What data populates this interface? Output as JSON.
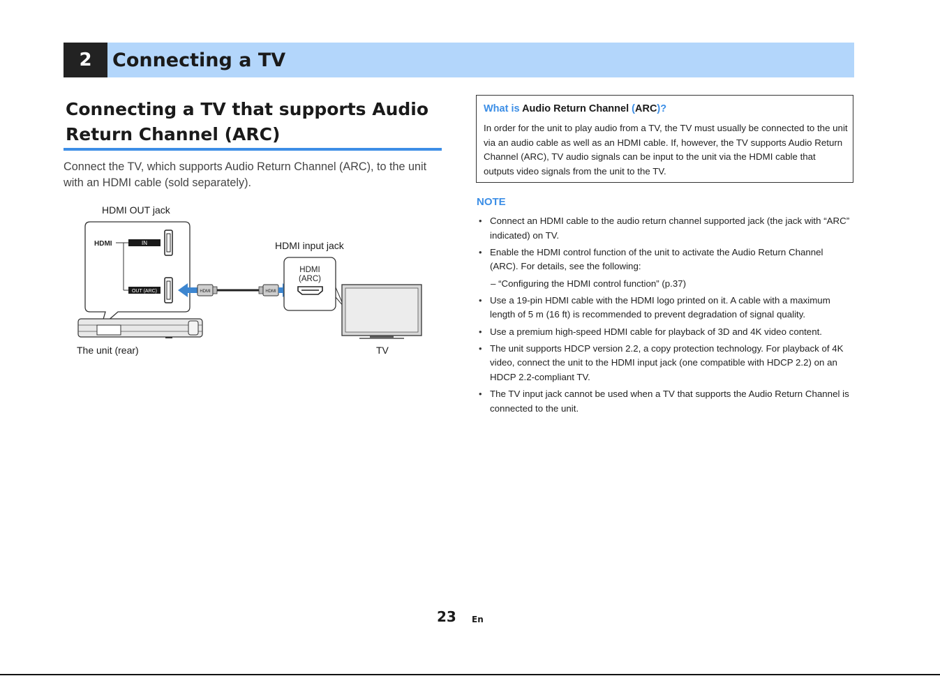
{
  "chapter": {
    "number": "2",
    "title": "Connecting a TV"
  },
  "section": {
    "title": "Connecting a TV that supports Audio Return Channel (ARC)",
    "intro": "Connect the TV, which supports Audio Return Channel (ARC), to the unit with an HDMI cable (sold separately)."
  },
  "diagram": {
    "hdmi_out_label": "HDMI OUT jack",
    "hdmi_input_label": "HDMI input jack",
    "unit_label": "The unit (rear)",
    "tv_label": "TV",
    "hdmi_logo": "HDMI",
    "port_in": "IN",
    "port_out": "OUT (ARC)",
    "plug_text": "HDMI",
    "tv_port_line1": "HDMI",
    "tv_port_line2": "(ARC)",
    "accent_color": "#3d86d0"
  },
  "arc_box": {
    "title_part1": "What is ",
    "title_part2": "Audio Return Channel ",
    "title_part3": "(",
    "title_part4": "ARC",
    "title_part5": ")?",
    "body": "In order for the unit to play audio from a TV, the TV must usually be connected to the unit via an audio cable as well as an HDMI cable. If, however, the TV supports Audio Return Channel (ARC), TV audio signals can be input to the unit via the HDMI cable that outputs video signals from the unit to the TV."
  },
  "note": {
    "heading": "NOTE",
    "bullet": "•",
    "items": [
      "Connect an HDMI cable to the audio return channel supported jack (the jack with “ARC” indicated) on TV.",
      "Enable the HDMI control function of the unit to activate the Audio Return Channel (ARC). For details, see the following:",
      "Use a 19-pin HDMI cable with the HDMI logo printed on it. A cable with a maximum length of 5 m (16 ft) is recommended to prevent degradation of signal quality.",
      "Use a premium high-speed HDMI cable for playback of 3D and 4K video content.",
      "The unit supports HDCP version 2.2, a copy protection technology. For playback of 4K video, connect the unit to the HDMI input jack (one compatible with HDCP 2.2) on an HDCP 2.2-compliant TV.",
      "The TV input jack cannot be used when a TV that supports the Audio Return Channel is connected to the unit."
    ],
    "sub_item": "– “Configuring the HDMI control function” (p.37)"
  },
  "footer": {
    "page": "23",
    "lang": "En"
  },
  "colors": {
    "chapter_band": "#b3d6fb",
    "accent_blue": "#3c8ee6",
    "rule_blue": "#3d8ee6"
  }
}
